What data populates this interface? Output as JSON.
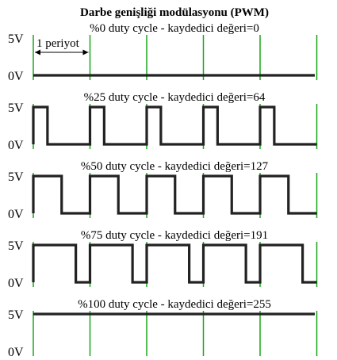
{
  "title": "Darbe genişliği modülasyonu (PWM)",
  "period_label": "1 periyot",
  "voltage_high": "5V",
  "voltage_low": "0V",
  "colors": {
    "grid": "#1aa61a",
    "wave": "#222222",
    "text": "#000000"
  },
  "panels": [
    {
      "caption": "%0 duty cycle - kaydedici değeri=0",
      "duty": 0
    },
    {
      "caption": "%25 duty cycle - kaydedici değeri=64",
      "duty": 0.25
    },
    {
      "caption": "%50 duty cycle - kaydedici değeri=127",
      "duty": 0.5
    },
    {
      "caption": "%75 duty cycle - kaydedici değeri=191",
      "duty": 0.75
    },
    {
      "caption": "%100 duty cycle - kaydedici değeri=255",
      "duty": 1
    }
  ]
}
